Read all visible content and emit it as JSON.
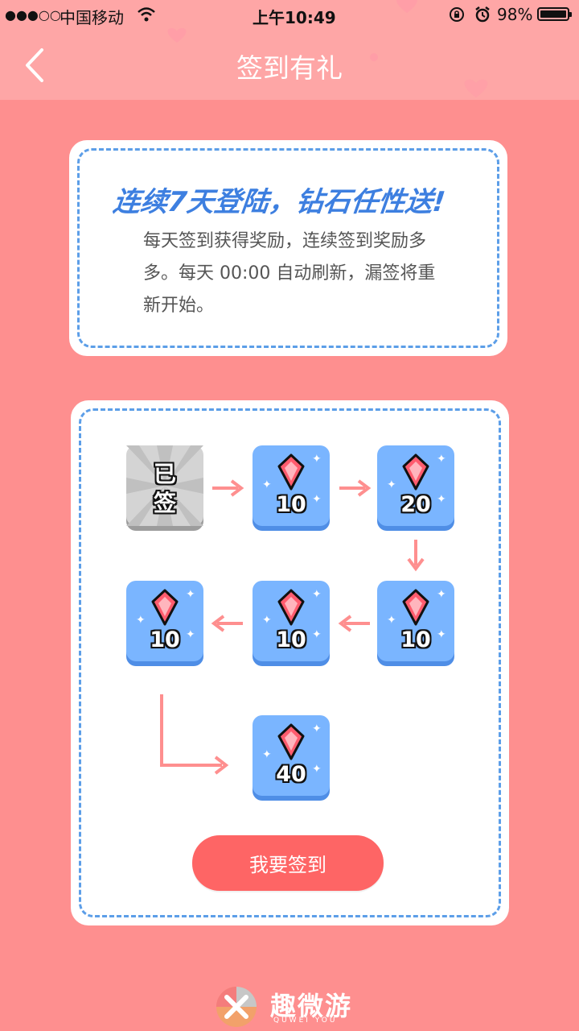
{
  "status_bar": {
    "signal": "●●●○○",
    "carrier": "中国移动",
    "time": "上午10:49",
    "battery": "98%"
  },
  "nav": {
    "title": "签到有礼",
    "back_icon": "chevron-left-icon"
  },
  "intro": {
    "slogan": "连续7天登陆，钻石任性送!",
    "description": "每天签到获得奖励，连续签到奖励多多。每天 00:00 自动刷新，漏签将重新开始。"
  },
  "days": [
    {
      "state": "signed",
      "label": "已签"
    },
    {
      "state": "reward",
      "value": "10"
    },
    {
      "state": "reward",
      "value": "20"
    },
    {
      "state": "reward",
      "value": "10"
    },
    {
      "state": "reward",
      "value": "10"
    },
    {
      "state": "reward",
      "value": "10"
    },
    {
      "state": "reward",
      "value": "40"
    }
  ],
  "signin_button": {
    "label": "我要签到"
  },
  "brand": {
    "name": "趣微游",
    "sub": "QUWEI YOU"
  },
  "colors": {
    "background": "#fe8f8f",
    "header": "#fea6a6",
    "tile_blue": "#7ab5ff",
    "button": "#fe6565",
    "dash_border": "#5c9ee8"
  }
}
